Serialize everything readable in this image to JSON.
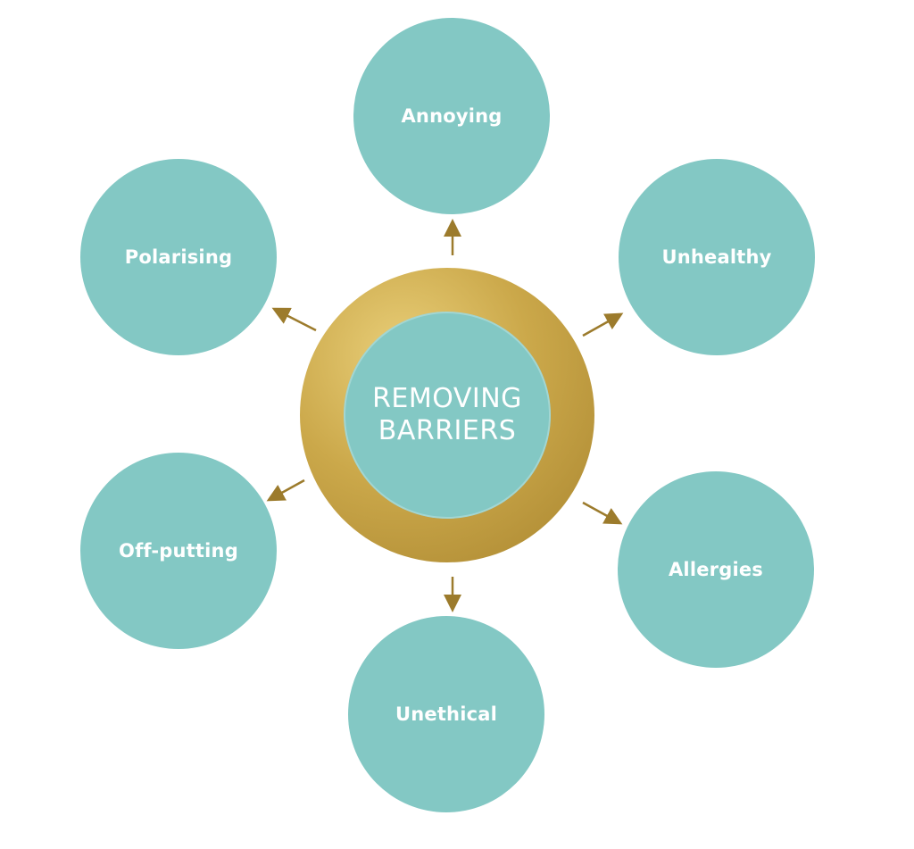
{
  "colors": {
    "node_fill": "#83c8c4",
    "hub_fill": "#83c8c4",
    "ring_gold_light": "#e9cf79",
    "ring_gold_mid": "#cba84a",
    "ring_gold_dark": "#a9852f",
    "arrow": "#9c7b2c",
    "text": "#ffffff"
  },
  "hub": {
    "line1": "REMOVING",
    "line2": "BARRIERS"
  },
  "barriers": {
    "annoying": "Annoying",
    "unhealthy": "Unhealthy",
    "allergies": "Allergies",
    "unethical": "Unethical",
    "offputting": "Off-putting",
    "polarising": "Polarising"
  }
}
